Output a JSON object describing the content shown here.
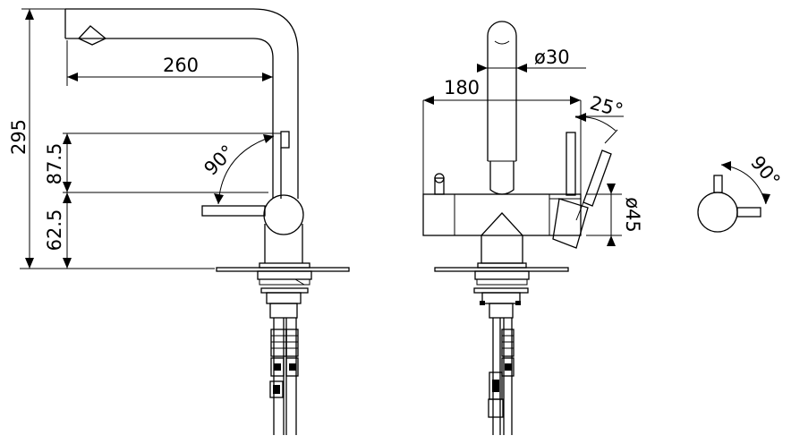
{
  "dimensions": {
    "overall_height": "295",
    "spout_reach": "260",
    "lever_height": "87.5",
    "base_height": "62.5",
    "lever_angle_side": "90°",
    "spout_diameter": "ø30",
    "front_width": "180",
    "front_angle": "25°",
    "body_diameter": "ø45",
    "lever_angle_top": "90°"
  }
}
